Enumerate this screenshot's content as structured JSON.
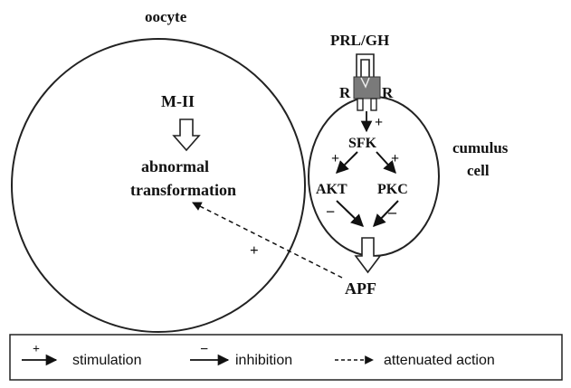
{
  "labels": {
    "oocyte": "oocyte",
    "ligand": "PRL/GH",
    "receptor_left": "R",
    "receptor_right": "R",
    "m2": "M-II",
    "abnormal": "abnormal",
    "transformation": "transformation",
    "cumulus": "cumulus",
    "cell": "cell",
    "sfk": "SFK",
    "akt": "AKT",
    "pkc": "PKC",
    "apf": "APF"
  },
  "signs": {
    "plus": "+",
    "minus": "−",
    "minus_short": "–"
  },
  "legend": {
    "stimulation_sign": "+",
    "stimulation": "stimulation",
    "inhibition_sign": "−",
    "inhibition": "inhibition",
    "attenuated": "attenuated action"
  }
}
